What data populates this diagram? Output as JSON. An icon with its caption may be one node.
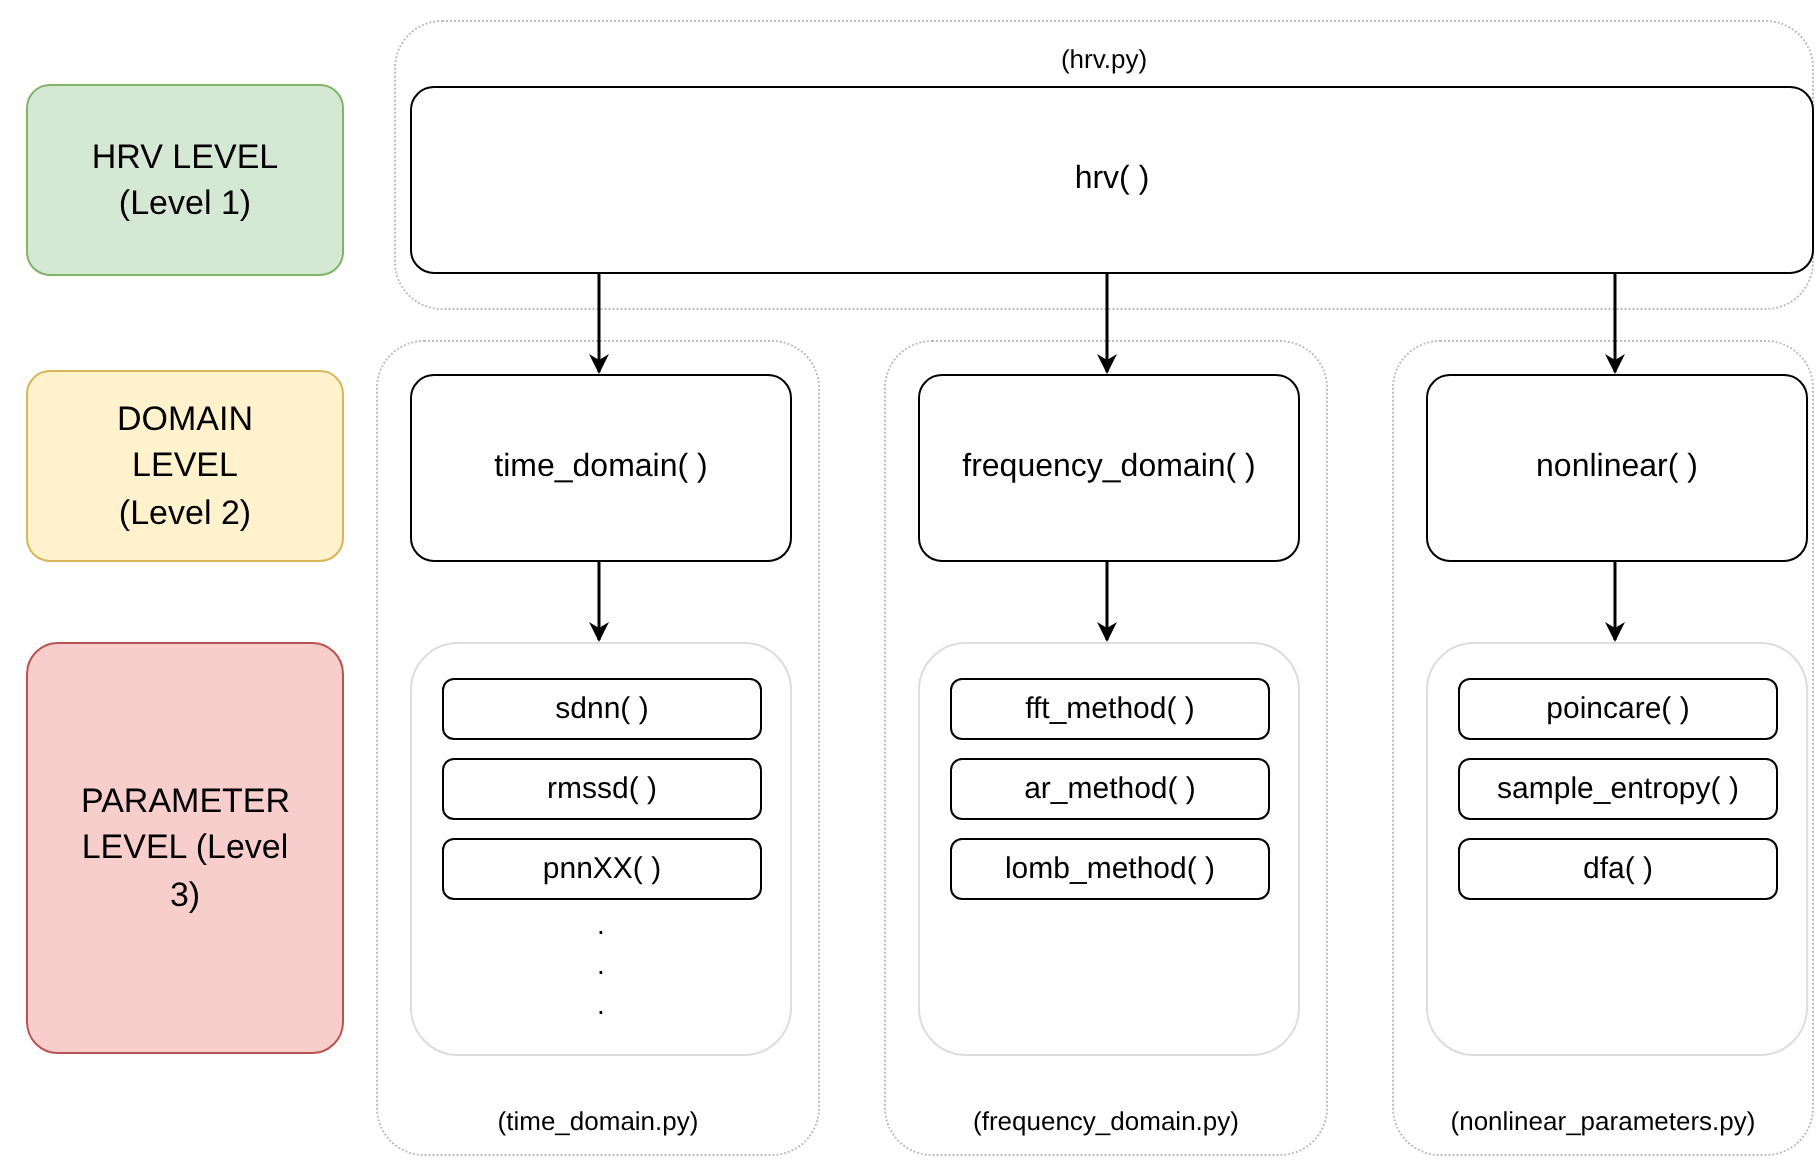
{
  "diagram": {
    "nodes": [
      {
        "text": [
          "HRV LEVEL (Level 1)"
        ]
      },
      {
        "text": [
          "DOMAIN LEVEL (Level 2)"
        ]
      },
      {
        "text": [
          "PARAMETER LEVEL (Level 3)"
        ]
      },
      {
        "text": [
          "(hrv.py)"
        ]
      },
      {
        "text": [
          "hrv( )"
        ],
        "in": 3
      },
      {
        "text": [
          "(time_domain.py)"
        ]
      },
      {
        "text": [
          "time_domain( )"
        ],
        "in": 5
      },
      {
        "text": [
          ". . ."
        ],
        "in": 5
      },
      {
        "text": [
          "sdnn( )"
        ],
        "in": 7
      },
      {
        "text": [
          "rmssd( )"
        ],
        "in": 7
      },
      {
        "text": [
          "pnnXX( )"
        ],
        "in": 7
      },
      {
        "text": [
          "(frequency_domain.py)"
        ]
      },
      {
        "text": [
          "frequency_domain( )"
        ],
        "in": 11
      },
      {
        "text": [],
        "shape": "box",
        "in": 11
      },
      {
        "text": [
          "fft_method( )"
        ],
        "in": 13
      },
      {
        "text": [
          "ar_method( )"
        ],
        "in": 13
      },
      {
        "text": [
          "lomb_method( )"
        ],
        "in": 13
      },
      {
        "text": [
          "(nonlinear_parameters.py)"
        ]
      },
      {
        "text": [
          "nonlinear( )"
        ],
        "in": 17
      },
      {
        "text": [],
        "shape": "box",
        "in": 17
      },
      {
        "text": [
          "poincare( )"
        ],
        "in": 19
      },
      {
        "text": [
          "sample_entropy( )"
        ],
        "in": 19
      },
      {
        "text": [
          "dfa( )"
        ],
        "in": 19
      }
    ],
    "edges": [
      {
        "from": 4,
        "to": 6,
        "arrow": "to"
      },
      {
        "from": 4,
        "to": 12,
        "arrow": "to"
      },
      {
        "from": 4,
        "to": 18,
        "arrow": "to"
      },
      {
        "from": 6,
        "to": 7,
        "arrow": "to"
      },
      {
        "from": 12,
        "to": 13,
        "arrow": "to"
      },
      {
        "from": 18,
        "to": 19,
        "arrow": "to"
      }
    ]
  }
}
